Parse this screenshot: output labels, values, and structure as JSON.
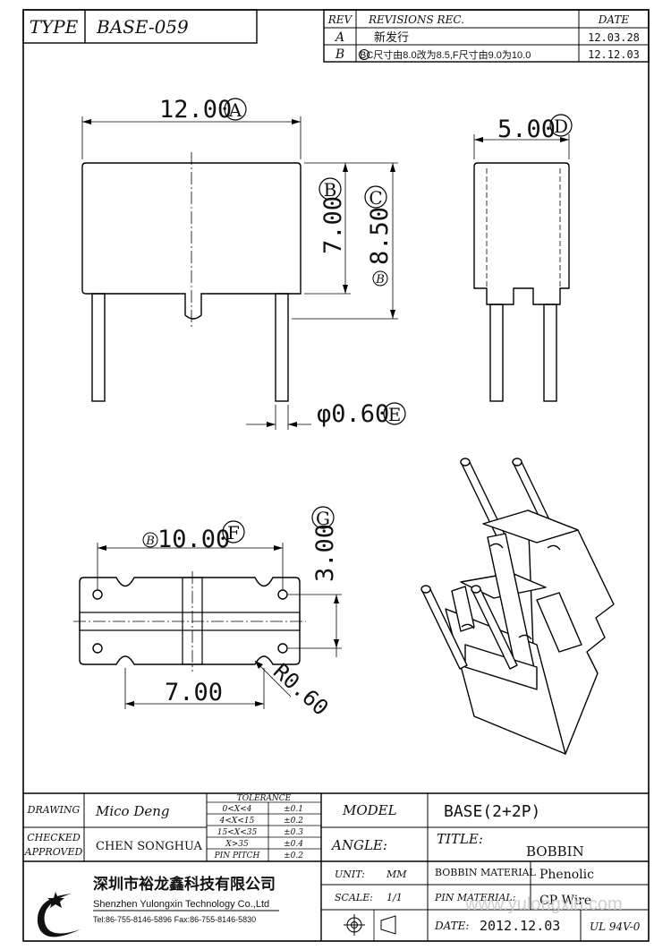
{
  "header": {
    "type_label": "TYPE",
    "type_value": "BASE-059",
    "rev_col": "REV",
    "revisions_col": "REVISIONS REC.",
    "date_col": "DATE",
    "revisions": [
      {
        "rev": "A",
        "text": "新发行",
        "date": "12.03.28"
      },
      {
        "rev": "B",
        "text": "BC尺寸由8.0改为8.5,F尺寸由9.0为10.0",
        "date": "12.12.03"
      }
    ]
  },
  "dimensions": {
    "a": "12.00",
    "a_tag": "A",
    "b": "7.00",
    "b_tag": "B",
    "c": "8.50",
    "c_tag": "C",
    "c_rev": "B",
    "d": "5.00",
    "d_tag": "D",
    "e": "φ0.60",
    "e_tag": "E",
    "f": "10.00",
    "f_tag": "F",
    "f_rev": "B",
    "g": "3.00",
    "g_tag": "G",
    "pitch": "7.00",
    "radius": "R0.60"
  },
  "title_block": {
    "drawing_label": "DRAWING",
    "drawing_value": "Mico Deng",
    "checked_label": "CHECKED",
    "approved_label": "APPROVED",
    "checked_value": "CHEN SONGHUA",
    "tolerance_title": "TOLERANCE",
    "tolerances": [
      {
        "range": "0<X<4",
        "value": "±0.1"
      },
      {
        "range": "4<X<15",
        "value": "±0.2"
      },
      {
        "range": "15<X<35",
        "value": "±0.3"
      },
      {
        "range": "X>35",
        "value": "±0.4"
      },
      {
        "range": "PIN PITCH",
        "value": "±0.2"
      }
    ],
    "model_label": "MODEL",
    "model_value": "BASE(2+2P)",
    "angle_label": "ANGLE:",
    "title_label": "TITLE:",
    "title_value": "BOBBIN",
    "unit_label": "UNIT:",
    "unit_value": "MM",
    "bobbin_material_label": "BOBBIN MATERIAL",
    "bobbin_material_value": "Phenolic",
    "scale_label": "SCALE:",
    "scale_value": "1/1",
    "pin_material_label": "PIN MATERIAL:",
    "pin_material_value": "CP Wire",
    "date_label": "DATE:",
    "date_value": "2012.12.03",
    "ul_value": "UL 94V-0",
    "company_cn": "深圳市裕龙鑫科技有限公司",
    "company_en": "Shenzhen Yulongxin Technology Co.,Ltd",
    "company_tel": "Tel:86-755-8146-5896  Fax:86-755-8146-5830"
  },
  "watermark": "www.yulongxin.com"
}
